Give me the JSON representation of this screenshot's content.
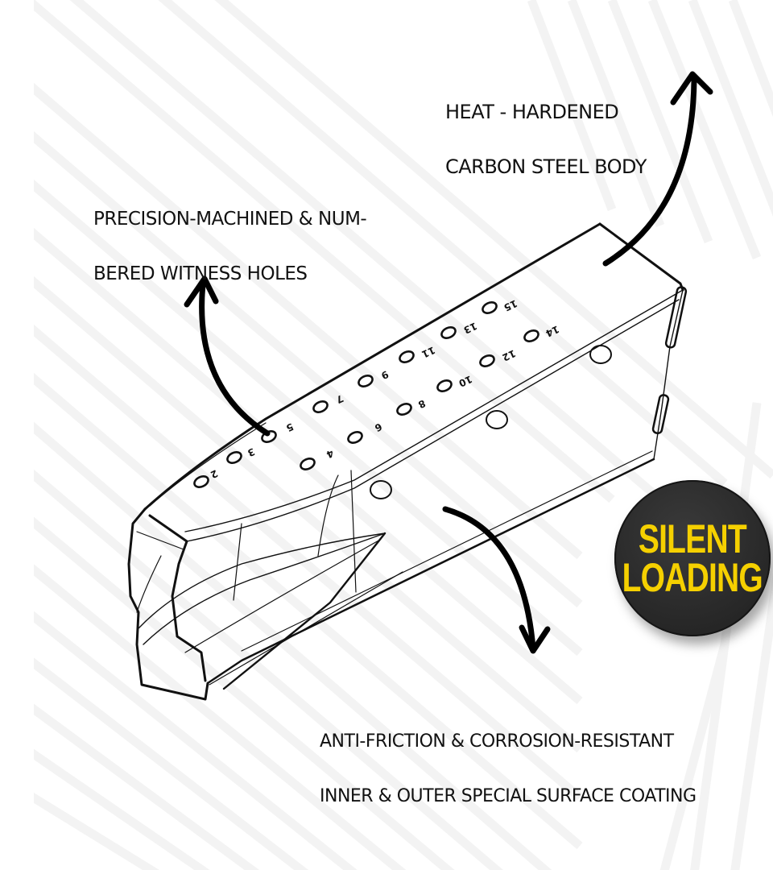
{
  "callouts": {
    "heat_hardened": {
      "line1": "HEAT - HARDENED",
      "line2": "CARBON STEEL BODY"
    },
    "witness_holes": {
      "line1": "PRECISION-MACHINED & NUM-",
      "line2": "BERED WITNESS HOLES"
    },
    "coating": {
      "line1": "ANTI-FRICTION & CORROSION-RESISTANT",
      "line2": "INNER & OUTER SPECIAL SURFACE COATING"
    }
  },
  "badge": {
    "line1": "SILENT",
    "line2": "LOADING",
    "text_color": "#f5d000",
    "background_color": "#2b2b2b"
  },
  "witness_hole_numbers": {
    "top_row": [
      "3",
      "5",
      "7",
      "9",
      "11",
      "13",
      "15"
    ],
    "bottom_row": [
      "2",
      "4",
      "6",
      "8",
      "10",
      "12",
      "14"
    ]
  },
  "colors": {
    "line": "#111111",
    "background": "#ffffff",
    "background_stripes": "#f3f3f3"
  }
}
